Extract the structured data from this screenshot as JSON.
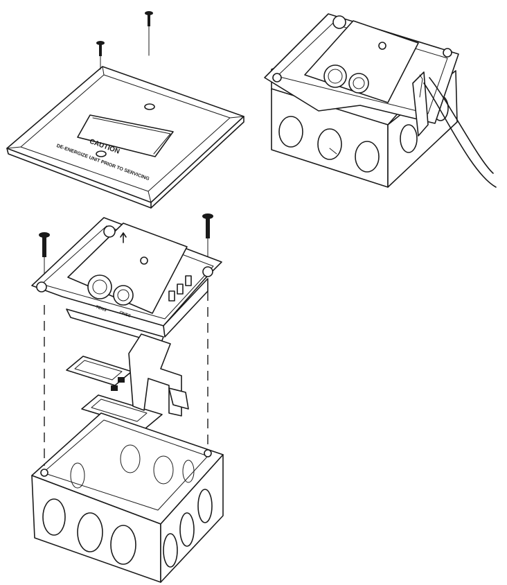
{
  "cover_plate": {
    "caution_title": "CAUTION",
    "caution_text": "DE-ENERGIZE UNIT PRIOR TO SERVICING"
  },
  "module": {
    "dial_left_label": "TENS",
    "dial_right_label": "ONES",
    "arrow_label": "UP"
  },
  "colors": {
    "line": "#1a1a1a",
    "background": "#ffffff"
  }
}
